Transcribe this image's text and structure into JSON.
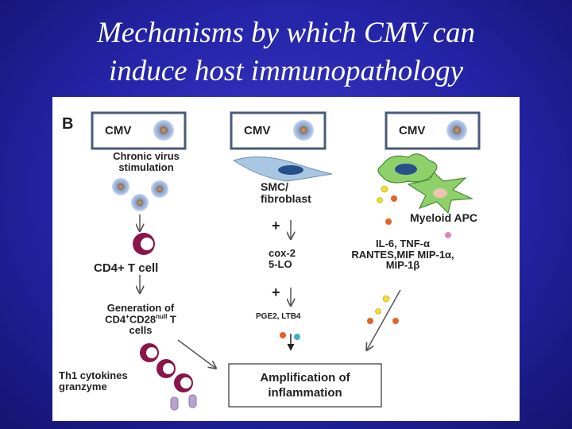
{
  "slide": {
    "title_line1": "Mechanisms by which CMV can",
    "title_line2": "induce host immunopathology"
  },
  "figure": {
    "panel_letter": "B",
    "col1": {
      "box_label": "CMV",
      "stim_line1": "Chronic virus",
      "stim_line2": "stimulation",
      "cell_label": "CD4+ T cell",
      "gen_line1": "Generation of",
      "gen_line2_pre": "CD4",
      "gen_line2_sup1": "+",
      "gen_line2_mid": "CD28",
      "gen_line2_sup2": "null",
      "gen_line2_post": " T",
      "gen_line3": "cells",
      "th1_line1": "Th1 cytokines",
      "th1_line2": "granzyme"
    },
    "col2": {
      "box_label": "CMV",
      "smc_line1": "SMC/",
      "smc_line2": "fibroblast",
      "plus1": "+",
      "cox_line1": "cox-2",
      "cox_line2": "5-LO",
      "plus2": "+",
      "pge": "PGE2, LTB4"
    },
    "col3": {
      "box_label": "CMV",
      "apc_label": "Myeloid APC",
      "cyt_line1": "IL-6, TNF-α",
      "cyt_line2": "RANTES,MIF MIP-1α,",
      "cyt_line3": "MIP-1β"
    },
    "result": {
      "line1": "Amplification of",
      "line2": "inflammation"
    }
  }
}
